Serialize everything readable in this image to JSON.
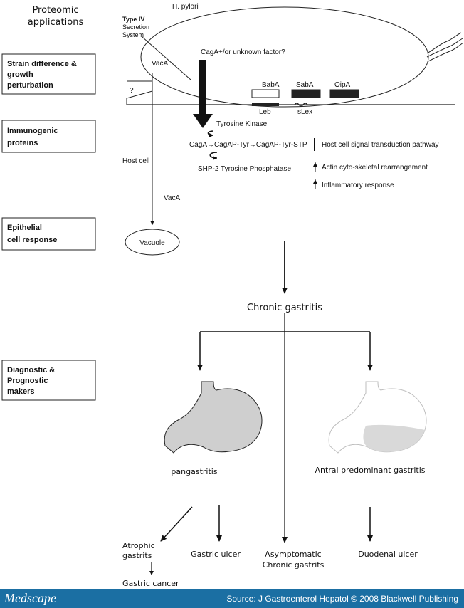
{
  "labels": {
    "proteomic_applications": [
      "Proteomic",
      "applications"
    ],
    "strain_difference": [
      "Strain difference &",
      "growth",
      "perturbation"
    ],
    "immunogenic_proteins": [
      "Immunogenic",
      "proteins"
    ],
    "epithelial_response": [
      "Epithelial",
      "cell response"
    ],
    "diagnostic_markers": [
      "Diagnostic &",
      "Prognostic",
      "makers"
    ]
  },
  "pathway": {
    "h_pylori": "H. pylori",
    "type_iv": [
      "Type IV",
      "Secretion",
      "System"
    ],
    "caga_factor": "CagA+/or unknown factor?",
    "vaca_top": "VacA",
    "question": "?",
    "baba": "BabA",
    "saba": "SabA",
    "oipa": "OipA",
    "leb": "Leb",
    "slex": "sLex",
    "tyrosine_kinase": "Tyrosine Kinase",
    "caga_chain": "CagA→CagAP-Tyr→CagAP-Tyr-STP",
    "shp2": "SHP-2 Tyrosine Phosphatase",
    "host_signal": "Host cell signal transduction pathway",
    "actin": "Actin cyto-skeletal rearrangement",
    "inflammatory": "Inflammatory response",
    "host_cell": "Host cell",
    "vaca_mid": "VacA",
    "vacuole": "Vacuole"
  },
  "outcomes": {
    "chronic_gastritis": "Chronic gastritis",
    "pangastritis": "pangastritis",
    "antral": "Antral predominant gastritis",
    "atrophic": [
      "Atrophic",
      "gastrits"
    ],
    "gastric_ulcer": "Gastric ulcer",
    "asymptomatic": [
      "Asymptomatic",
      "Chronic gastrits"
    ],
    "duodenal_ulcer": "Duodenal ulcer",
    "gastric_cancer": "Gastric cancer"
  },
  "footer": {
    "logo": "Medscape",
    "source": "Source: J Gastroenterol Hepatol © 2008 Blackwell Publishing"
  },
  "colors": {
    "stomach_fill": "#cfcfcf",
    "footer_bg": "#1b6fa3"
  }
}
